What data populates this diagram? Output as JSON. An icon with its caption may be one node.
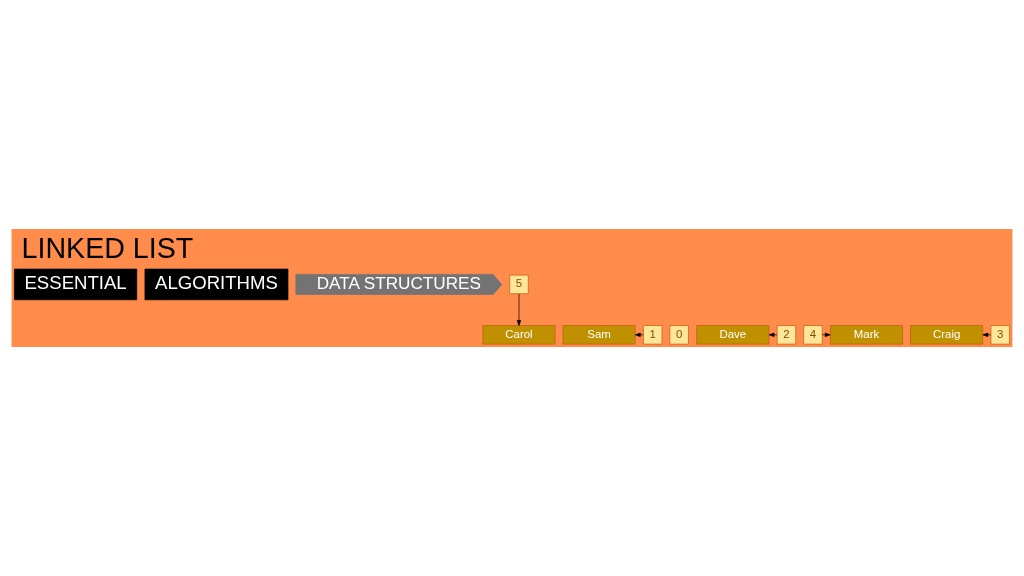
{
  "diagram": {
    "title": "LINKED LIST",
    "nodes": [
      {
        "text": [
          "ESSENTIAL"
        ]
      },
      {
        "text": [
          "ALGORITHMS"
        ]
      },
      {
        "text": [
          "DATA STRUCTURES"
        ]
      },
      {
        "text": [
          "5"
        ]
      },
      {
        "text": [
          "Sam"
        ]
      },
      {
        "text": [
          "0"
        ]
      },
      {
        "text": [
          "Dave"
        ]
      },
      {
        "text": [
          "4"
        ]
      },
      {
        "text": [
          "Craig"
        ]
      },
      {
        "text": [
          "2"
        ]
      },
      {
        "text": [
          "Mark"
        ]
      },
      {
        "text": [
          "1"
        ]
      },
      {
        "text": [
          "Carol"
        ]
      },
      {
        "text": [
          "3"
        ]
      }
    ],
    "edges": [
      {
        "from": 11,
        "to": 4,
        "arrow": "to"
      },
      {
        "from": 9,
        "to": 6,
        "arrow": "to"
      },
      {
        "from": 3,
        "to": 12,
        "arrow": "to"
      },
      {
        "from": 7,
        "to": 10,
        "arrow": "to"
      },
      {
        "from": 13,
        "to": 8,
        "arrow": "to"
      }
    ]
  }
}
